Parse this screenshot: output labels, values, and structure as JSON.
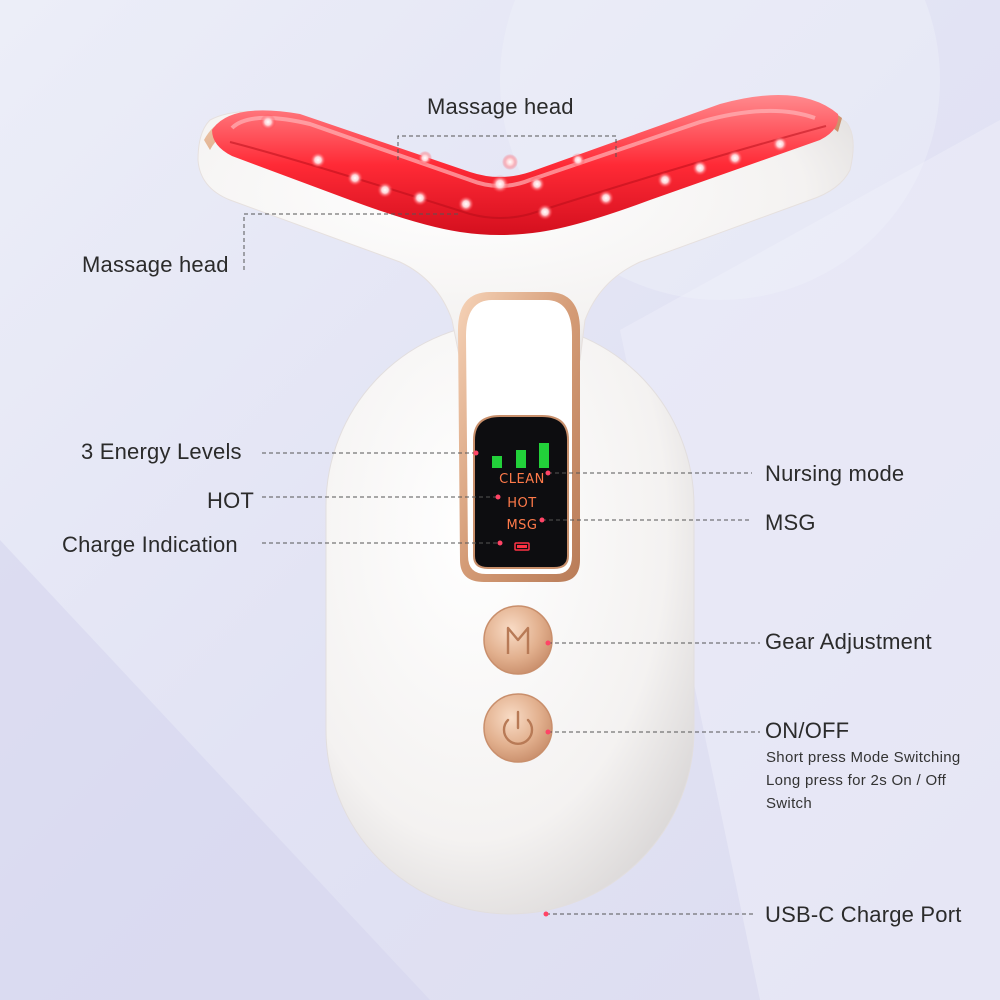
{
  "labels": {
    "massage_head_top": "Massage head",
    "massage_head_left": "Massage head",
    "energy_levels": "3 Energy Levels",
    "hot": "HOT",
    "charge_indication": "Charge Indication",
    "nursing_mode": "Nursing mode",
    "msg": "MSG",
    "gear_adjustment": "Gear Adjustment",
    "on_off": "ON/OFF",
    "on_off_desc": [
      "Short press Mode Switching",
      "Long press for 2s  On / Off",
      "Switch"
    ],
    "usb_port": "USB-C Charge Port"
  },
  "display": {
    "clean": "CLEAN",
    "hot": "HOT",
    "msg": "MSG",
    "energy_bars_lit": 3
  },
  "colors": {
    "background": "#e6e7f6",
    "device_body": "#f7f6f5",
    "rose_gold": "#d9a37e",
    "led_red": "#ff2a36",
    "display_bg": "#0d0d10",
    "energy_green": "#22d13a",
    "display_text": "#ff7a4a",
    "leader_line": "#555555"
  },
  "icons": {
    "gear_button": "m-letter-icon",
    "power_button": "power-icon"
  }
}
